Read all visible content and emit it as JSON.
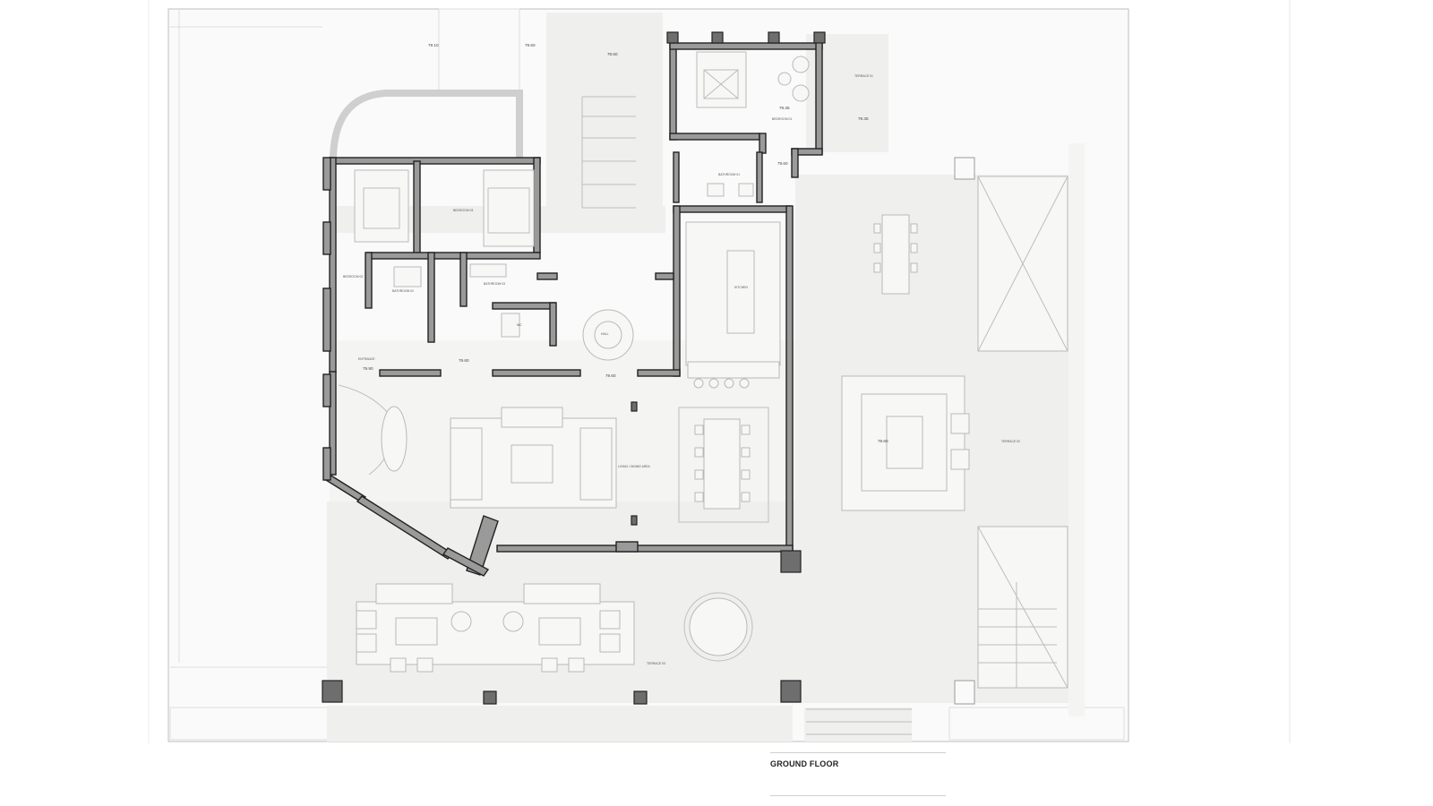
{
  "sheet": {
    "title": "GROUND FLOOR"
  },
  "colors": {
    "floor": "#efefed",
    "wall": "#9a9a9a",
    "pillar": "#6e6e6e",
    "outline": "#222222",
    "furniture": "#bdbdbd"
  },
  "levels": {
    "top_left_a": "79.10",
    "top_left_b": "79.60",
    "courtyard": "79.60",
    "master": "79.35",
    "terrace_ne": "79.35",
    "bath_ne": "79.60",
    "hall_a": "79.90",
    "hall_b": "79.60",
    "living": "79.60",
    "terrace_e": "79.60"
  },
  "rooms": {
    "bedroom_master": "BEDROOM 01",
    "bedroom_2": "BEDROOM 02",
    "bedroom_3": "BEDROOM 03",
    "bath_1": "BATHROOM 01",
    "bath_2": "BATHROOM 02",
    "bath_3": "BATHROOM 03",
    "wc": "WC",
    "kitchen": "KITCHEN",
    "living": "LIVING / DINING AREA",
    "hall": "HALL",
    "entry": "ENTRANCE",
    "terrace_ne": "TERRACE 01",
    "terrace_e": "TERRACE 02",
    "terrace_s": "TERRACE 03"
  }
}
